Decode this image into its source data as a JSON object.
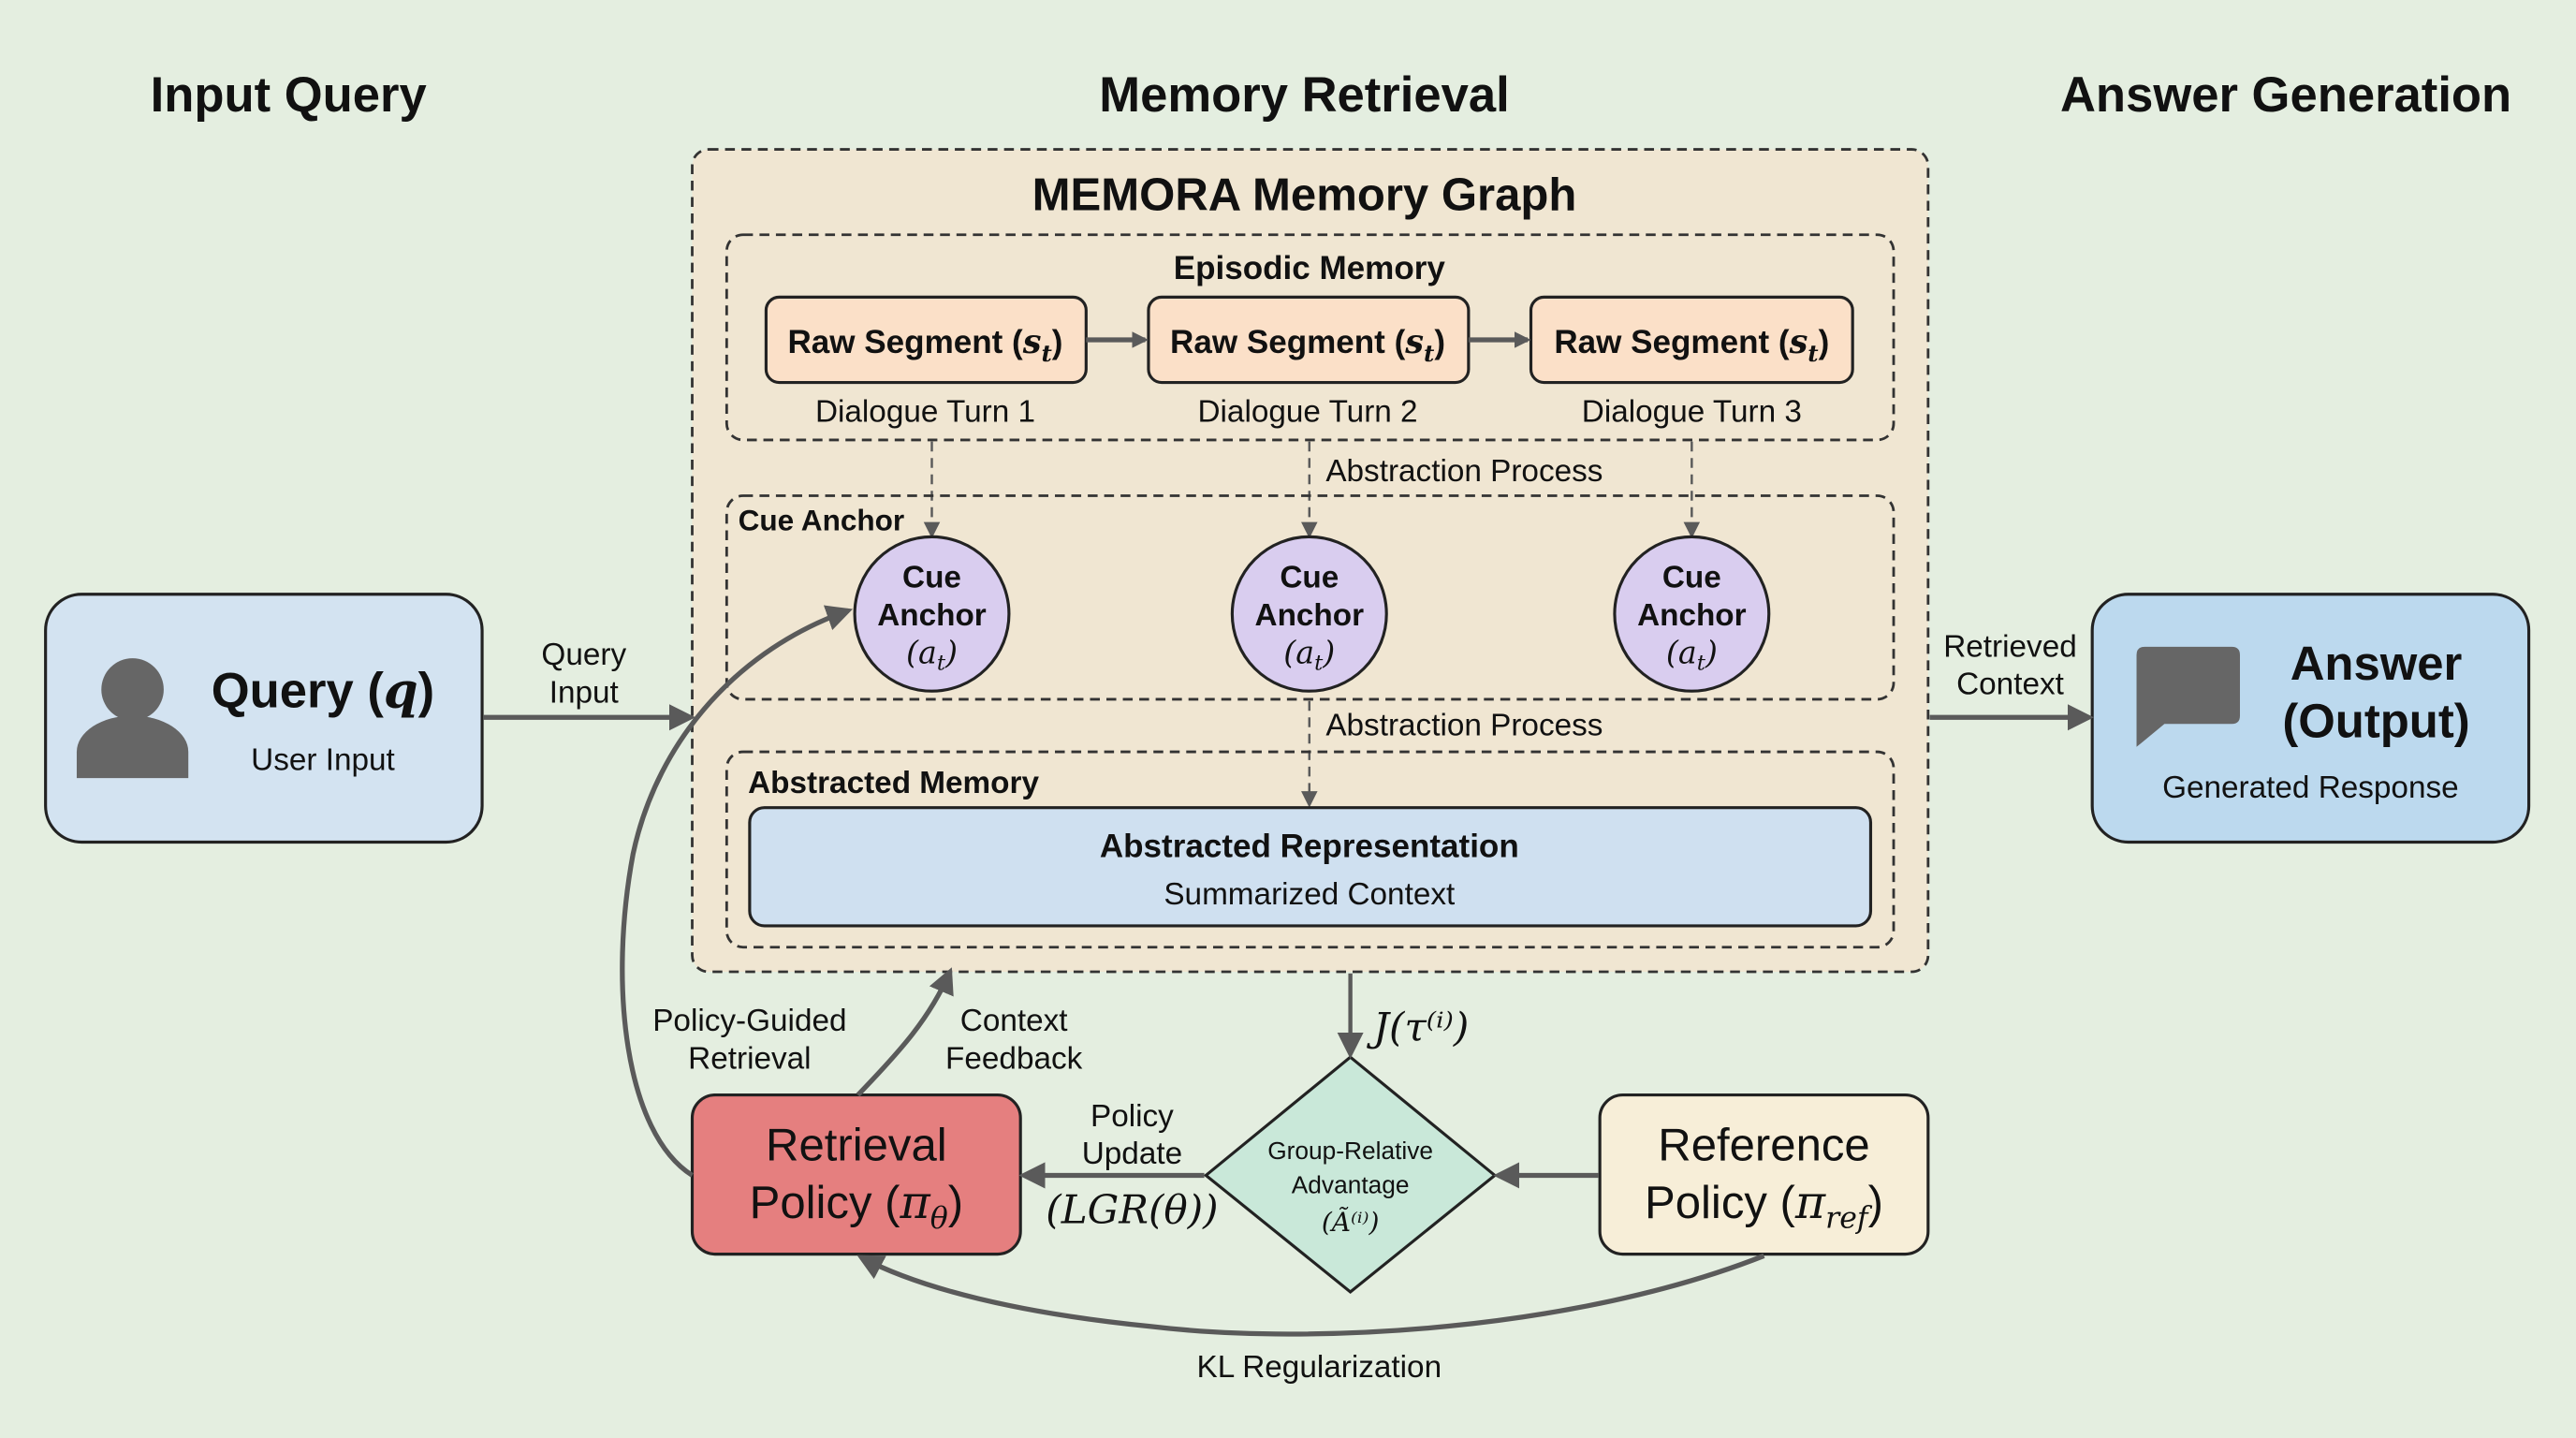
{
  "columns": {
    "input": "Input Query",
    "memory": "Memory Retrieval",
    "answer": "Answer Generation"
  },
  "graph": {
    "title": "MEMORA Memory Graph",
    "episodic": {
      "title": "Episodic Memory",
      "segments": [
        {
          "label": "Raw Segment (",
          "math": "s",
          "sub": "t",
          "close": ")",
          "caption": "Dialogue Turn 1"
        },
        {
          "label": "Raw Segment (",
          "math": "s",
          "sub": "t",
          "close": ")",
          "caption": "Dialogue Turn 2"
        },
        {
          "label": "Raw Segment (",
          "math": "s",
          "sub": "t",
          "close": ")",
          "caption": "Dialogue Turn 3"
        }
      ]
    },
    "abstraction_label_1": "Abstraction Process",
    "cue": {
      "title": "Cue Anchor",
      "anchors": [
        {
          "line1": "Cue",
          "line2": "Anchor",
          "math": "a",
          "sub": "t"
        },
        {
          "line1": "Cue",
          "line2": "Anchor",
          "math": "a",
          "sub": "t"
        },
        {
          "line1": "Cue",
          "line2": "Anchor",
          "math": "a",
          "sub": "t"
        }
      ]
    },
    "abstraction_label_2": "Abstraction Process",
    "abstracted": {
      "title": "Abstracted Memory",
      "rep_title": "Abstracted Representation",
      "rep_sub": "Summarized Context"
    }
  },
  "query": {
    "title": "Query (",
    "math": "q",
    "close": ")",
    "subtitle": "User Input",
    "icon": "user-icon",
    "arrow_label": [
      "Query",
      "Input"
    ]
  },
  "answer": {
    "title1": "Answer",
    "title2": "(Output)",
    "subtitle": "Generated Response",
    "icon": "speech-bubble-icon",
    "arrow_label": [
      "Retrieved",
      "Context"
    ]
  },
  "policy": {
    "retrieval": {
      "line1": "Retrieval",
      "line2": "Policy (",
      "math": "π",
      "sub": "θ",
      "close": ")"
    },
    "reference": {
      "line1": "Reference",
      "line2": "Policy (",
      "math": "π",
      "sub": "ref",
      "close": ")"
    },
    "advantage": {
      "line1": "Group-Relative",
      "line2": "Advantage",
      "line3": "(Ã⁽ⁱ⁾)"
    },
    "objective": "J(τ⁽ⁱ⁾)",
    "policy_update": [
      "Policy",
      "Update"
    ],
    "loss": "(LGR(θ))",
    "policy_guided": [
      "Policy-Guided",
      "Retrieval"
    ],
    "context_feedback": [
      "Context",
      "Feedback"
    ],
    "kl": "KL Regularization"
  },
  "colors": {
    "background": "#e4eee0",
    "graph_fill": "#f0e6d2",
    "segment_fill": "#fbe0c8",
    "anchor_fill": "#d9cdef",
    "rep_fill": "#cfe0f0",
    "query_fill": "#d3e3f1",
    "answer_fill": "#bcd9ee",
    "retrieval_fill": "#e57f7f",
    "reference_fill": "#f7eed8",
    "advantage_fill": "#c9e8d9"
  }
}
